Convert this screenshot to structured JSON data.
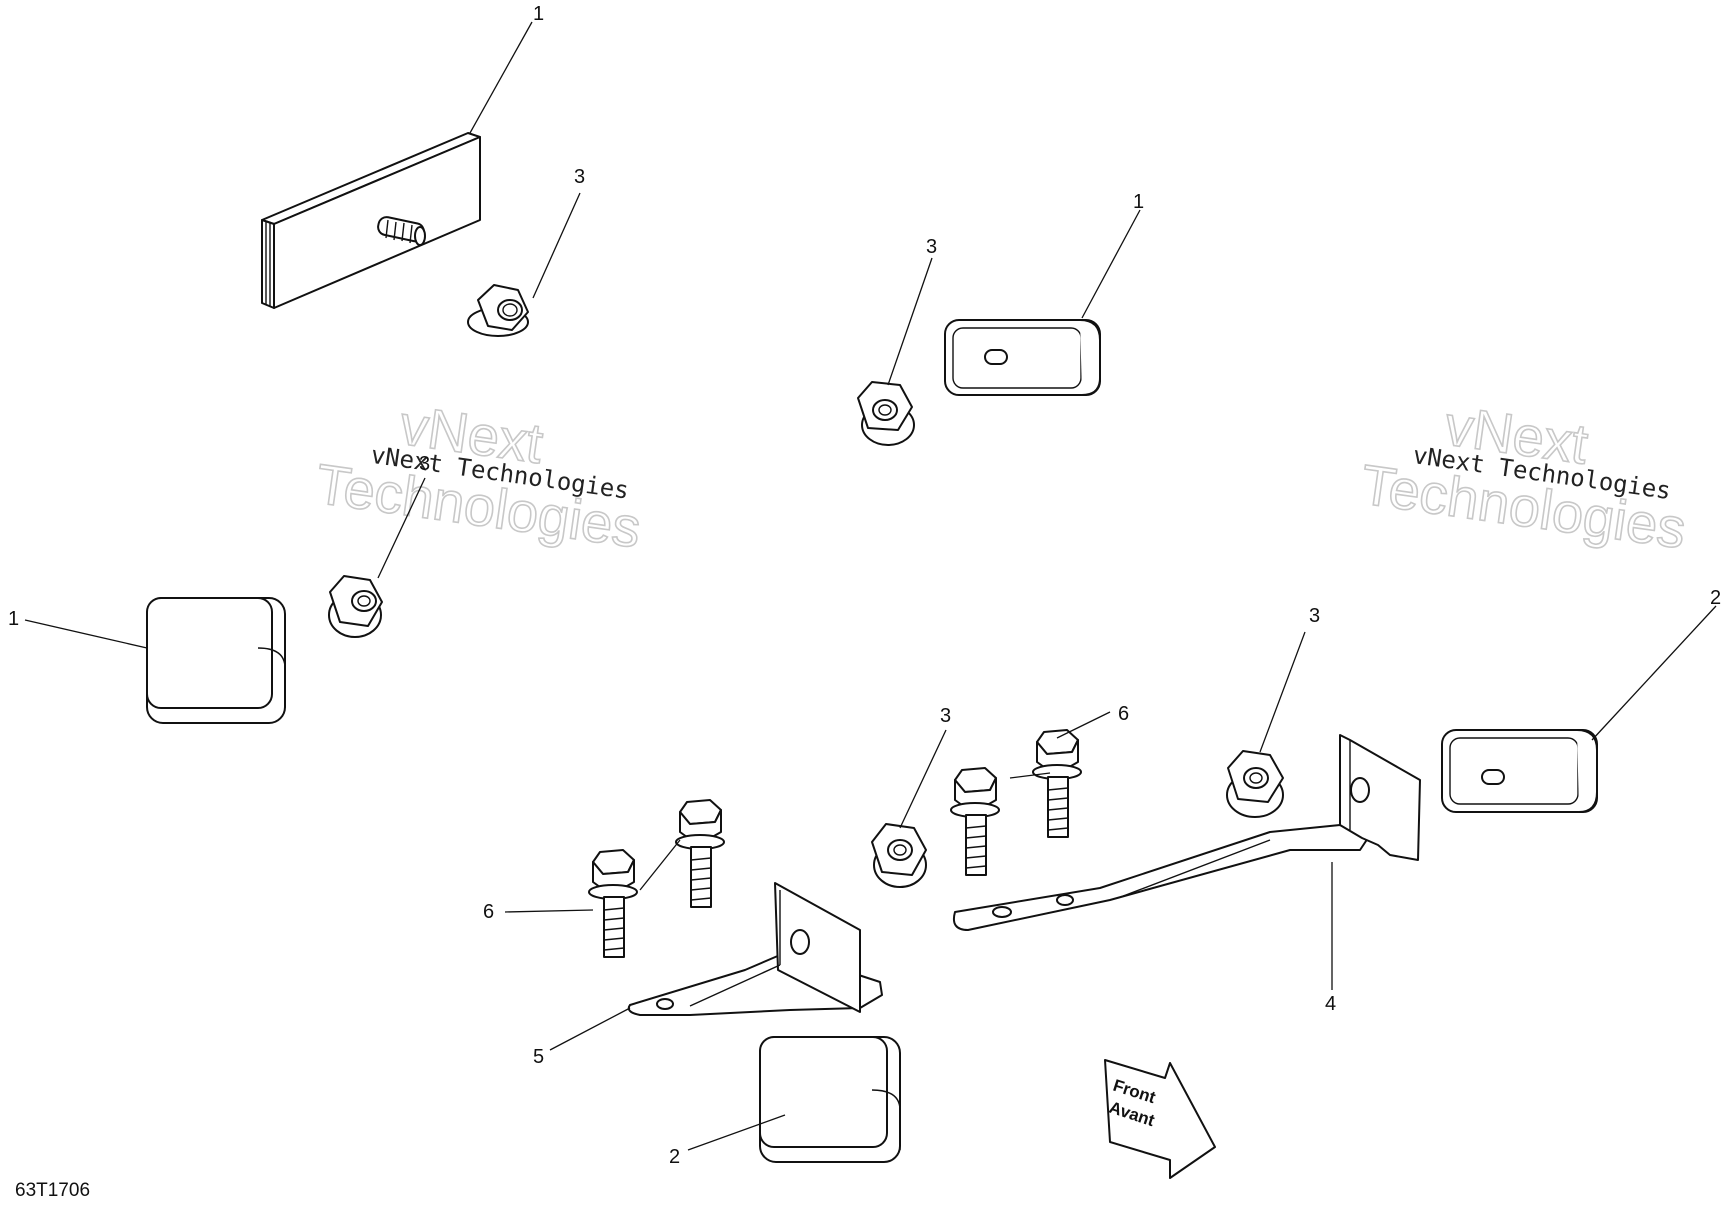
{
  "figure_id": "63T1706",
  "watermarks": [
    {
      "small": "vNext Technologies",
      "big_line1": "vNext",
      "big_line2": "Technologies"
    },
    {
      "small": "vNext Technologies",
      "big_line1": "vNext",
      "big_line2": "Technologies"
    }
  ],
  "direction_arrow": {
    "line1": "Front",
    "line2": "Avant"
  },
  "callouts": {
    "c1_top": "1",
    "c3_top": "3",
    "c3_mid": "3",
    "c1_mid": "1",
    "c3_left": "3",
    "c1_left": "1",
    "c3_lower_mid": "3",
    "c6_right": "6",
    "c3_right": "3",
    "c2_right": "2",
    "c6_left": "6",
    "c5": "5",
    "c4": "4",
    "c2_bottom": "2"
  },
  "colors": {
    "line": "#111111",
    "watermark": "#c8c8c8",
    "background": "#ffffff"
  }
}
